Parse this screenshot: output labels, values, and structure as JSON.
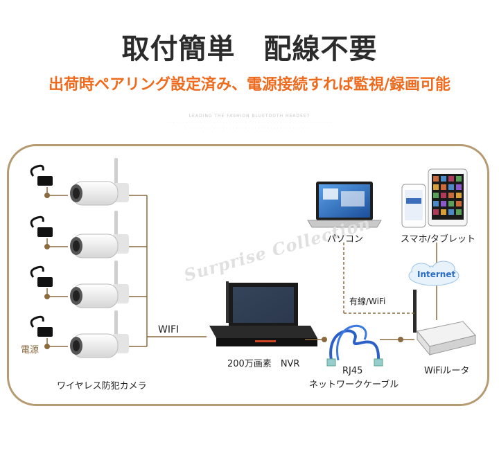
{
  "header": {
    "title": "取付簡単　配線不要",
    "subtitle": "出荷時ペアリング設定済み、電源接続すれば監視/録画可能",
    "tagline": "LEADING THE FASHION BLUETOOTH HEADSET"
  },
  "diagram": {
    "watermark": "Surprise Collection",
    "labels": {
      "power": "電源",
      "cameras": "ワイヤレス防犯カメラ",
      "wifi": "WIFI",
      "nvr": "200万画素　NVR",
      "pc": "パソコン",
      "phone_tablet": "スマホ/タブレット",
      "internet": "Internet",
      "wired_wifi": "有線/WiFi",
      "rj45": "RJ45",
      "cable": "ネットワークケーブル",
      "router": "WiFiルータ"
    }
  },
  "colors": {
    "accent": "#ee6a1c",
    "line": "#8a6a3e",
    "frame": "#b59a72"
  }
}
